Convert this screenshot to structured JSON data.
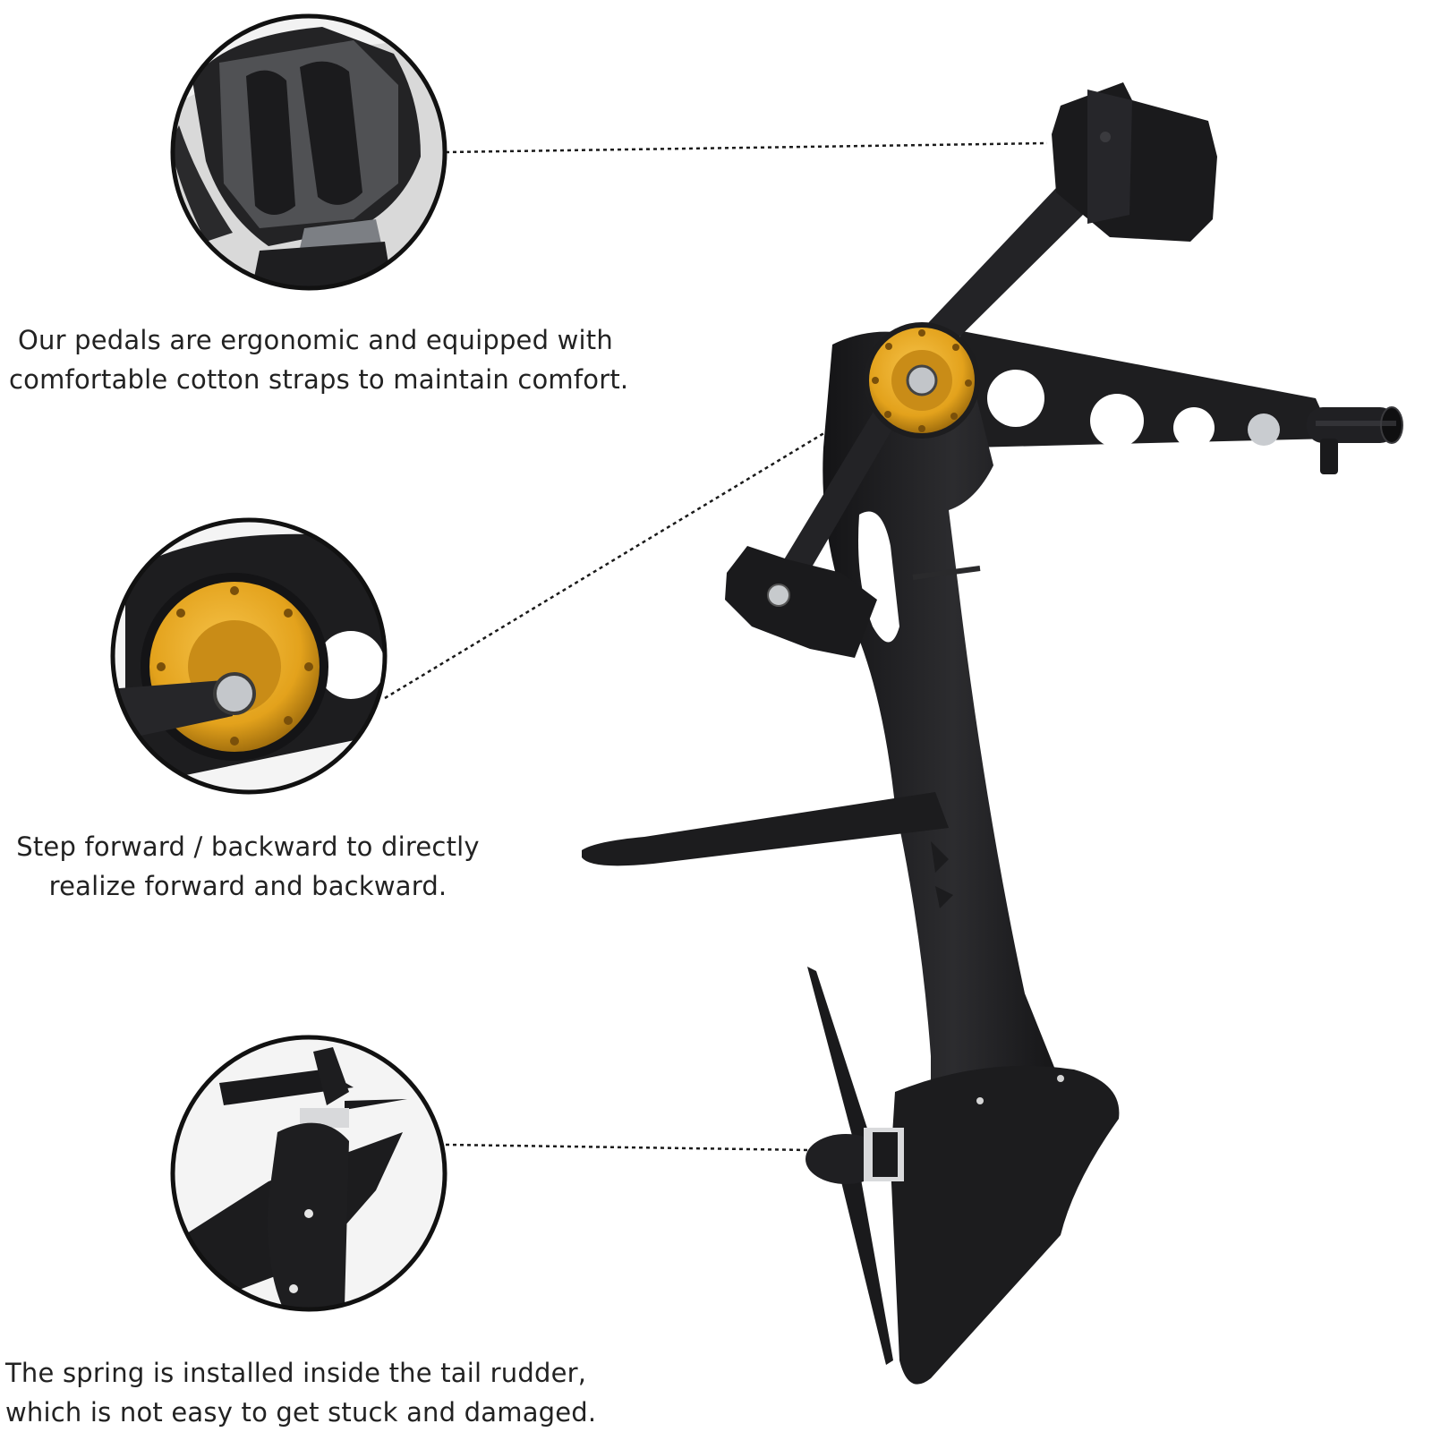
{
  "colors": {
    "body_dark": "#1e1e20",
    "body_mid": "#2e2e31",
    "hub_gold": "#e3a21c",
    "hub_gold_dark": "#9c6a0c",
    "steel": "#b9bcc0",
    "leader_line": "#1a1a1a",
    "text": "#222222"
  },
  "icons": {
    "pedal_detail": "pedal-strap-closeup-icon",
    "hub_detail": "gold-crank-hub-closeup-icon",
    "rudder_detail": "tail-rudder-spring-closeup-icon",
    "product": "kayak-pedal-drive-icon"
  },
  "callouts": [
    {
      "id": "pedal",
      "lines": [
        "Our pedals are ergonomic and equipped with",
        "comfortable cotton straps to maintain comfort."
      ]
    },
    {
      "id": "hub",
      "lines": [
        "Step forward / backward to directly",
        "realize forward and backward."
      ]
    },
    {
      "id": "rudder",
      "lines": [
        "The spring is installed inside the tail rudder,",
        "which is not easy to get stuck and damaged."
      ]
    }
  ]
}
